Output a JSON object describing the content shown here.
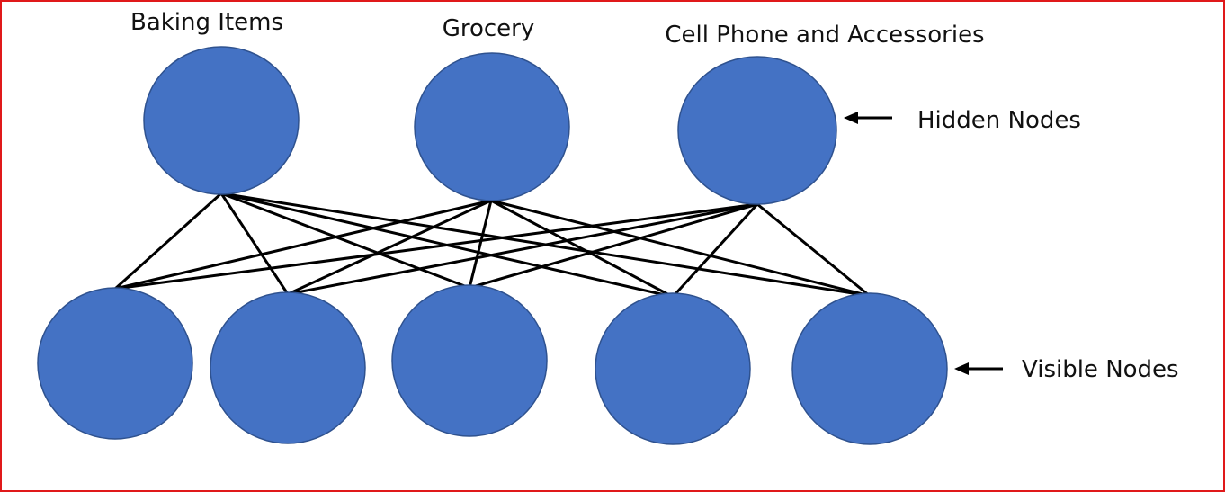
{
  "colors": {
    "frame": "#e0191a",
    "node_fill": "#4472c4",
    "node_stroke": "#2f528f",
    "edge": "#000000",
    "arrow": "#000000"
  },
  "hidden_nodes": [
    {
      "label": "Baking Items"
    },
    {
      "label": "Grocery"
    },
    {
      "label": "Cell Phone and Accessories"
    }
  ],
  "visible_nodes": [
    {
      "label": ""
    },
    {
      "label": ""
    },
    {
      "label": ""
    },
    {
      "label": ""
    },
    {
      "label": ""
    }
  ],
  "annotations": {
    "hidden": "Hidden Nodes",
    "visible": "Visible Nodes"
  }
}
